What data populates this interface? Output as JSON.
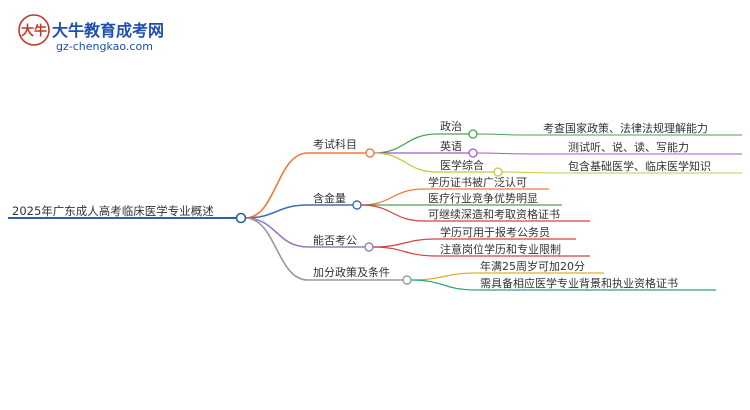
{
  "brand": {
    "title": "大牛教育成考网",
    "url": "gz-chengkao.com",
    "logo_text": "大牛"
  },
  "colors": {
    "root": "#2f5fa6",
    "exam": "#f07a3a",
    "value": "#3f6fb7",
    "civil": "#9a7bbd",
    "bonus": "#9a9a9a",
    "politics": "#4aa353",
    "english": "#a55ac5",
    "medical": "#c8c83a",
    "red": "#d64040",
    "gold": "#e3ad2a",
    "teal": "#2d9e8e"
  },
  "root": "2025年广东成人高考临床医学专业概述",
  "branches": [
    {
      "label": "考试科目",
      "children": [
        {
          "label": "政治",
          "detail": "考查国家政策、法律法规理解能力"
        },
        {
          "label": "英语",
          "detail": "测试听、说、读、写能力"
        },
        {
          "label": "医学综合",
          "detail": "包含基础医学、临床医学知识"
        }
      ]
    },
    {
      "label": "含金量",
      "children": [
        {
          "label": "学历证书被广泛认可"
        },
        {
          "label": "医疗行业竞争优势明显"
        },
        {
          "label": "可继续深造和考取资格证书"
        }
      ]
    },
    {
      "label": "能否考公",
      "children": [
        {
          "label": "学历可用于报考公务员"
        },
        {
          "label": "注意岗位学历和专业限制"
        }
      ]
    },
    {
      "label": "加分政策及条件",
      "children": [
        {
          "label": "年满25周岁可加20分"
        },
        {
          "label": "需具备相应医学专业背景和执业资格证书"
        }
      ]
    }
  ]
}
